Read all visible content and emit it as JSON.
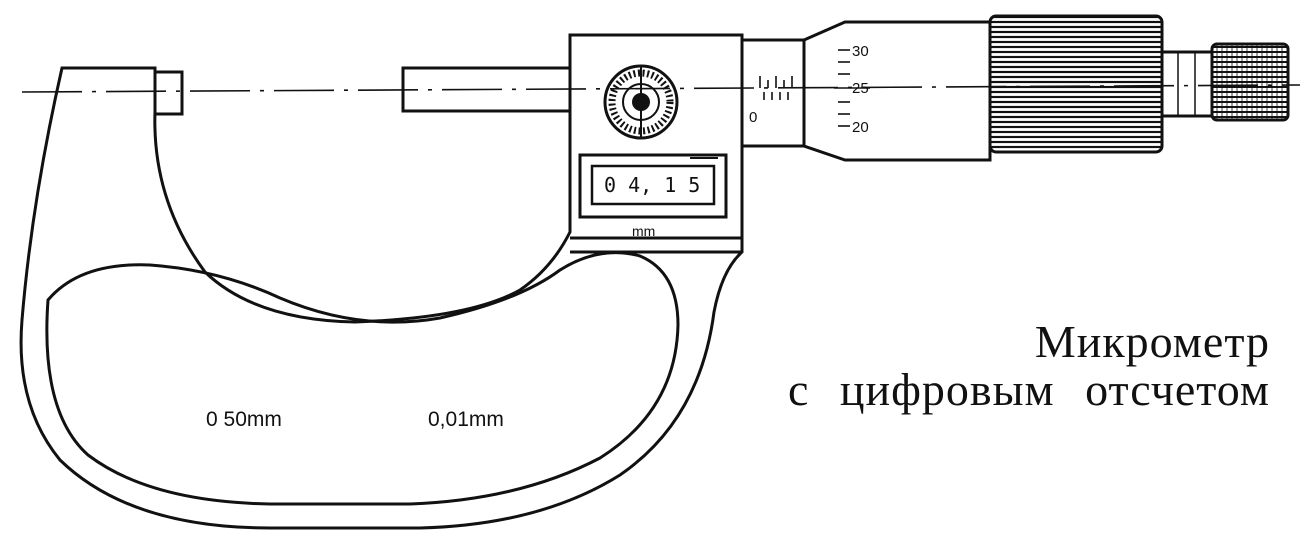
{
  "caption": {
    "line1": "Микрометр",
    "line2": "с цифровым отсчетом"
  },
  "frame_labels": {
    "range": "0 50mm",
    "resolution": "0,01mm"
  },
  "display": {
    "reading": "0 4, 1 5",
    "unit": "mm"
  },
  "sleeve_scale": {
    "zero": "0"
  },
  "thimble_scale": {
    "upper": "30",
    "middle": "25",
    "lower": "20"
  }
}
